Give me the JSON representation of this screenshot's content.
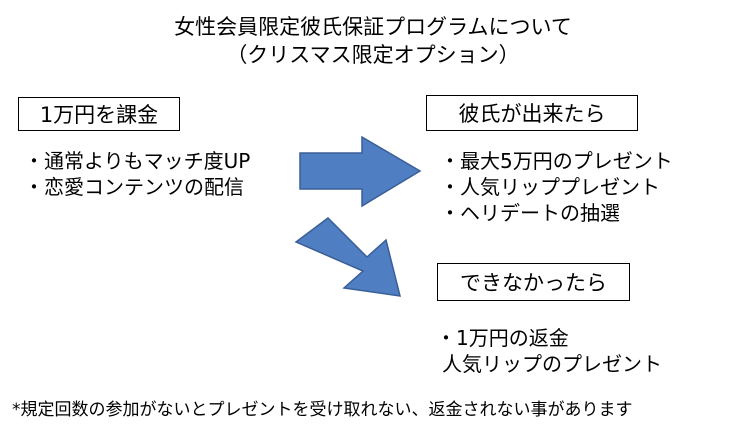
{
  "title": {
    "line1": "女性会員限定彼氏保証プログラムについて",
    "line2": "（クリスマス限定オプション）"
  },
  "left": {
    "box_label": "1万円を課金",
    "items": [
      "・通常よりもマッチ度UP",
      "・恋愛コンテンツの配信"
    ]
  },
  "success": {
    "box_label": "彼氏が出来たら",
    "items": [
      "・最大5万円のプレゼント",
      "・人気リッププレゼント",
      "・ヘリデートの抽選"
    ]
  },
  "failure": {
    "box_label": "できなかったら",
    "items": [
      "・1万円の返金",
      "人気リップのプレゼント"
    ]
  },
  "footnote": "*規定回数の参加がないとプレゼントを受け取れない、返金されない事があります",
  "colors": {
    "arrow_fill": "#4f7fc2",
    "arrow_stroke": "#3a5f96"
  }
}
